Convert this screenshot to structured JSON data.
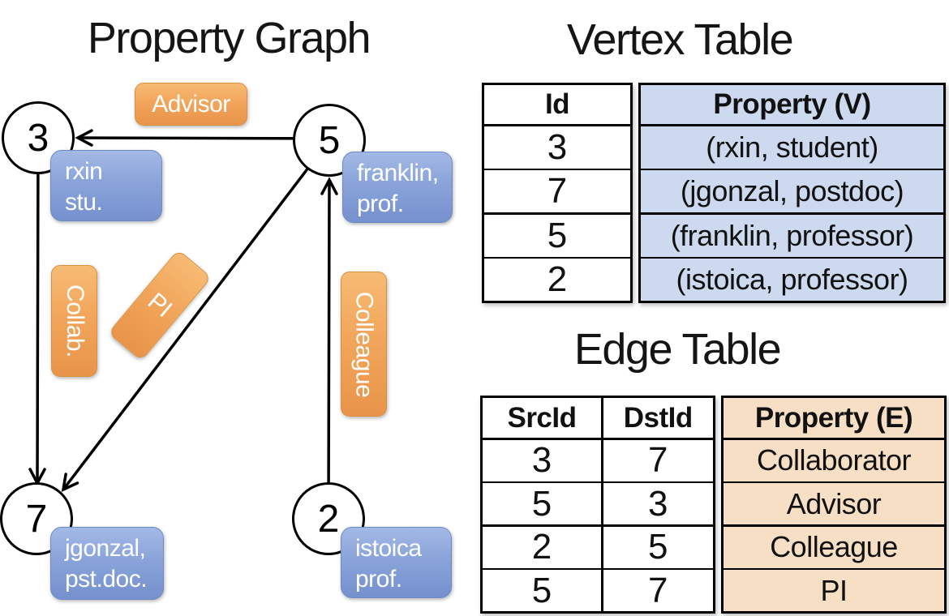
{
  "titles": {
    "graph": "Property Graph",
    "vertex_table": "Vertex Table",
    "edge_table": "Edge Table"
  },
  "graph": {
    "nodes": [
      {
        "id": "3",
        "line1": "rxin",
        "line2": "stu."
      },
      {
        "id": "5",
        "line1": "franklin,",
        "line2": "prof."
      },
      {
        "id": "7",
        "line1": "jgonzal,",
        "line2": "pst.doc."
      },
      {
        "id": "2",
        "line1": "istoica",
        "line2": "prof."
      }
    ],
    "edge_labels": {
      "advisor": "Advisor",
      "collab": "Collab.",
      "pi": "PI",
      "colleague": "Colleague"
    },
    "edges": [
      {
        "from": "5",
        "to": "3",
        "label": "Advisor"
      },
      {
        "from": "3",
        "to": "7",
        "label": "Collab."
      },
      {
        "from": "5",
        "to": "7",
        "label": "PI"
      },
      {
        "from": "2",
        "to": "5",
        "label": "Colleague"
      }
    ]
  },
  "vertex_table": {
    "columns": {
      "id": "Id",
      "property": "Property (V)"
    },
    "rows": [
      {
        "id": "3",
        "property": "(rxin, student)"
      },
      {
        "id": "7",
        "property": "(jgonzal, postdoc)"
      },
      {
        "id": "5",
        "property": "(franklin, professor)"
      },
      {
        "id": "2",
        "property": "(istoica, professor)"
      }
    ]
  },
  "edge_table": {
    "columns": {
      "src": "SrcId",
      "dst": "DstId",
      "property": "Property (E)"
    },
    "rows": [
      {
        "src": "3",
        "dst": "7",
        "property": "Collaborator"
      },
      {
        "src": "5",
        "dst": "3",
        "property": "Advisor"
      },
      {
        "src": "2",
        "dst": "5",
        "property": "Colleague"
      },
      {
        "src": "5",
        "dst": "7",
        "property": "PI"
      }
    ]
  },
  "colors": {
    "edge_label_top": "#f7bb74",
    "edge_label_bottom": "#e8944a",
    "vertex_label_top": "#a3b9e6",
    "vertex_label_bottom": "#7590ce",
    "vertex_table_fill": "#cdd9ef",
    "edge_table_fill": "#f6dfc5",
    "line": "#000000"
  }
}
